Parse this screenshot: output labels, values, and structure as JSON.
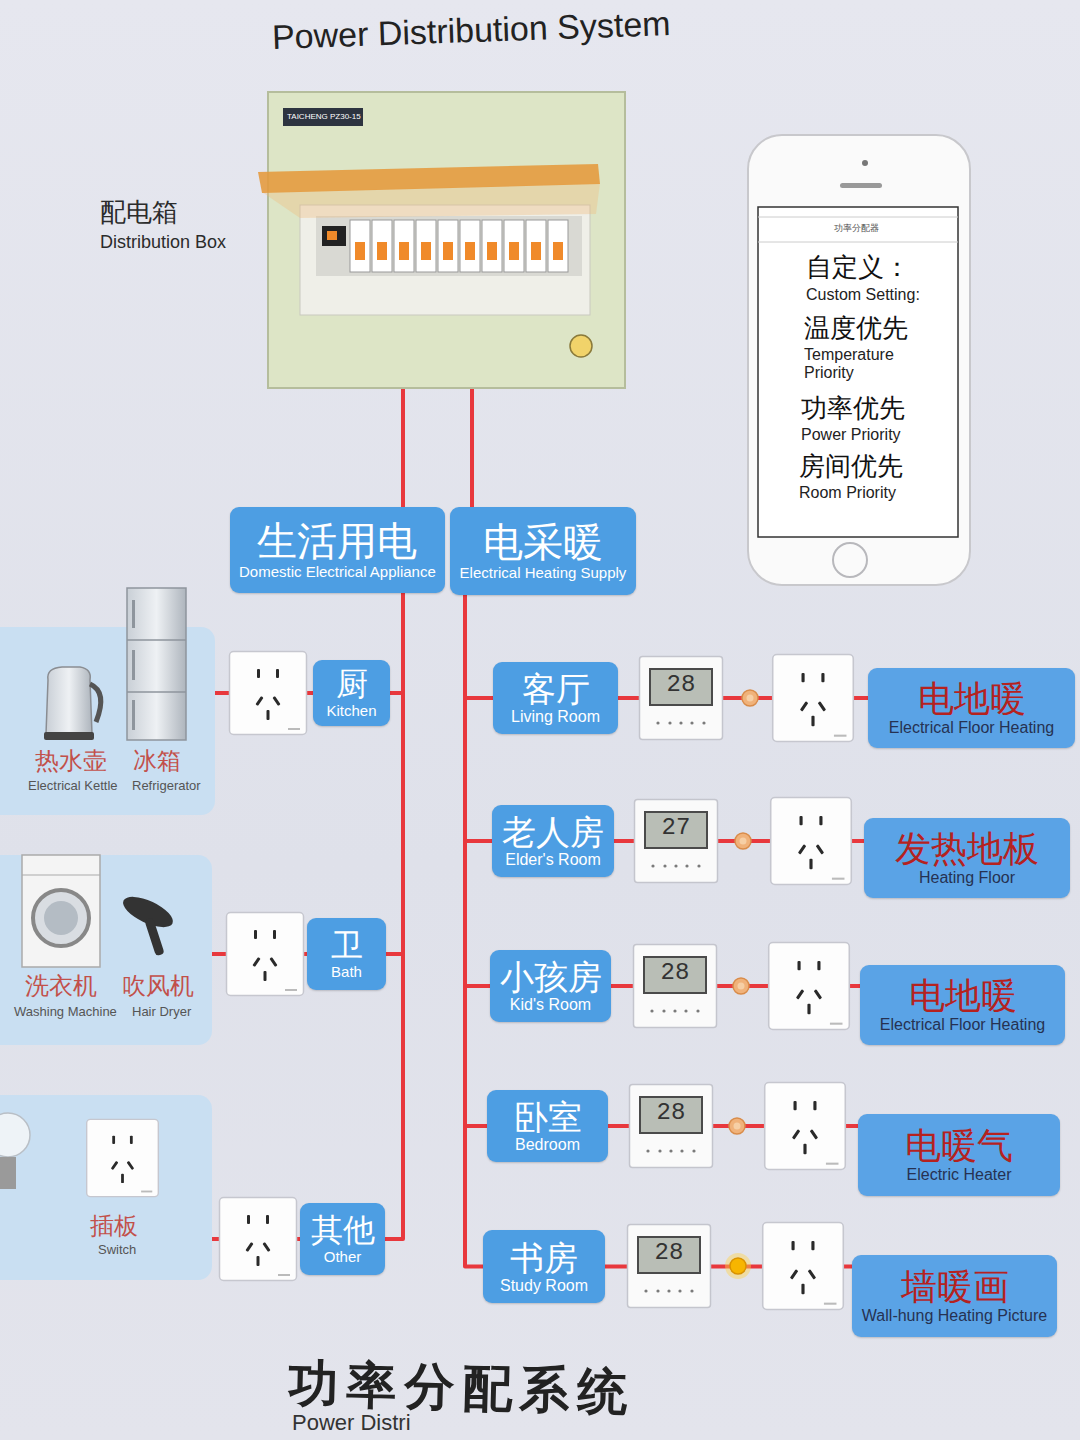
{
  "diagram": {
    "title": "Power Distribution System",
    "caption": "功率分配系统",
    "nodes": [
      {
        "text": [
          "配电箱",
          "Distribution Box"
        ]
      },
      {
        "text": [
          "功率分配器",
          "自定义：",
          "Custom Setting:",
          "温度优先",
          "Temperature Priority",
          "功率优先",
          "Power Priority",
          "房间优先",
          "Room Priority"
        ]
      },
      {
        "text": [
          "生活用电",
          "Domestic Electrical Appliance"
        ]
      },
      {
        "text": [
          "电采暖",
          "Electrical Heating Supply"
        ]
      },
      {
        "text": [
          "热水壶",
          "Electrical Kettle",
          "冰箱",
          "Refrigerator"
        ]
      },
      {
        "text": [
          "厨",
          "Kitchen"
        ]
      },
      {
        "text": [
          "洗衣机",
          "Washing Machine",
          "吹风机",
          "Hair Dryer"
        ]
      },
      {
        "text": [
          "卫",
          "Bath"
        ]
      },
      {
        "text": [
          "插板",
          "Switch"
        ]
      },
      {
        "text": [
          "其他",
          "Other"
        ]
      },
      {
        "text": [
          "客厅",
          "Living Room"
        ]
      },
      {
        "text": [
          "电地暖",
          "Electrical Floor Heating"
        ]
      },
      {
        "text": [
          "老人房",
          "Elder's Room"
        ]
      },
      {
        "text": [
          "发热地板",
          "Heating Floor"
        ]
      },
      {
        "text": [
          "小孩房",
          "Kid's Room"
        ]
      },
      {
        "text": [
          "电地暖",
          "Electrical Floor Heating"
        ]
      },
      {
        "text": [
          "卧室",
          "Bedroom"
        ]
      },
      {
        "text": [
          "电暖气",
          "Electric Heater"
        ]
      },
      {
        "text": [
          "书房",
          "Study Room"
        ]
      },
      {
        "text": [
          "墙暖画",
          "Wall-hung Heating Picture"
        ]
      }
    ],
    "edges": [
      {
        "from": 0,
        "to": 2,
        "arrow": "none"
      },
      {
        "from": 0,
        "to": 3,
        "arrow": "none"
      },
      {
        "from": 2,
        "to": 5,
        "arrow": "none"
      },
      {
        "from": 5,
        "to": 4,
        "arrow": "none"
      },
      {
        "from": 2,
        "to": 7,
        "arrow": "none"
      },
      {
        "from": 7,
        "to": 6,
        "arrow": "none"
      },
      {
        "from": 2,
        "to": 9,
        "arrow": "none"
      },
      {
        "from": 9,
        "to": 8,
        "arrow": "none"
      },
      {
        "from": 3,
        "to": 10,
        "arrow": "none"
      },
      {
        "from": 10,
        "to": 11,
        "arrow": "none"
      },
      {
        "from": 3,
        "to": 12,
        "arrow": "none"
      },
      {
        "from": 12,
        "to": 13,
        "arrow": "none"
      },
      {
        "from": 3,
        "to": 14,
        "arrow": "none"
      },
      {
        "from": 14,
        "to": 15,
        "arrow": "none"
      },
      {
        "from": 3,
        "to": 16,
        "arrow": "none"
      },
      {
        "from": 16,
        "to": 17,
        "arrow": "none"
      },
      {
        "from": 3,
        "to": 18,
        "arrow": "none"
      },
      {
        "from": 18,
        "to": 19,
        "arrow": "none"
      }
    ],
    "labels": [
      "TAICHENG PZ30-15",
      "28",
      "27",
      "28",
      "28",
      "28",
      "Power Distri"
    ]
  }
}
